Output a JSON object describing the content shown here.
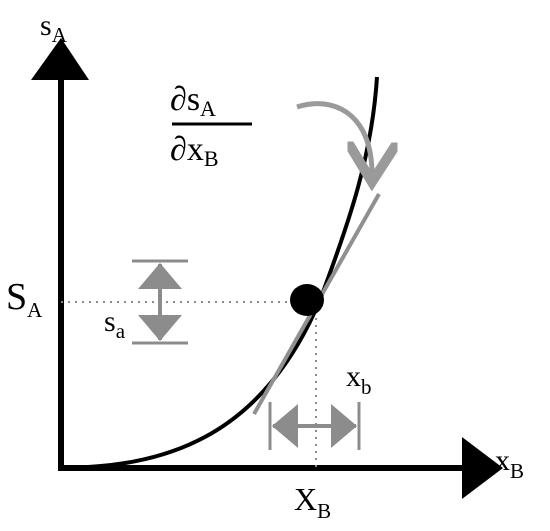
{
  "labels": {
    "y_axis_main": "s",
    "y_axis_sub": "A",
    "x_axis_main": "x",
    "x_axis_sub": "B",
    "partial_symbol_top": "∂",
    "partial_top_main": "s",
    "partial_top_sub": "A",
    "partial_symbol_bottom": "∂",
    "partial_bottom_main": "x",
    "partial_bottom_sub": "B",
    "y_value_main": "S",
    "y_value_sub": "A",
    "x_value_main": "X",
    "x_value_sub": "B",
    "y_error_main": "s",
    "y_error_sub": "a",
    "x_error_main": "x",
    "x_error_sub": "b"
  },
  "colors": {
    "axis": "#000000",
    "curve": "#000000",
    "dot": "#000000",
    "tangent": "#909090",
    "error_bars": "#8c8c8c",
    "guide_lines": "#8c8c8c",
    "curved_arrow": "#9a9a9a"
  },
  "icons": {
    "y_axis_arrow": "triangle-up-icon",
    "x_axis_arrow": "triangle-right-icon",
    "partial_arrow": "curved-arrow-icon",
    "vertical_error_arrows": "double-triangle-vertical-icon",
    "horizontal_error_arrows": "double-triangle-horizontal-icon"
  }
}
